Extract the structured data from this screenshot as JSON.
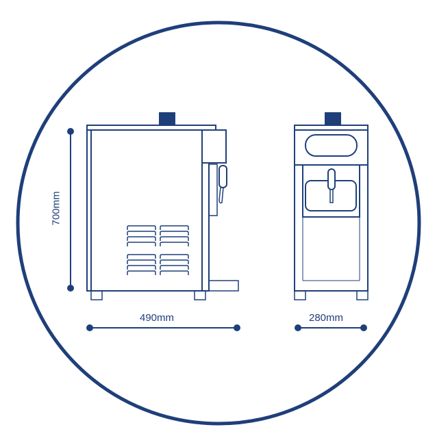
{
  "dimensions": {
    "height_label": "700mm",
    "side_width_label": "490mm",
    "front_width_label": "280mm"
  },
  "colors": {
    "line": "#1f3f7a"
  }
}
